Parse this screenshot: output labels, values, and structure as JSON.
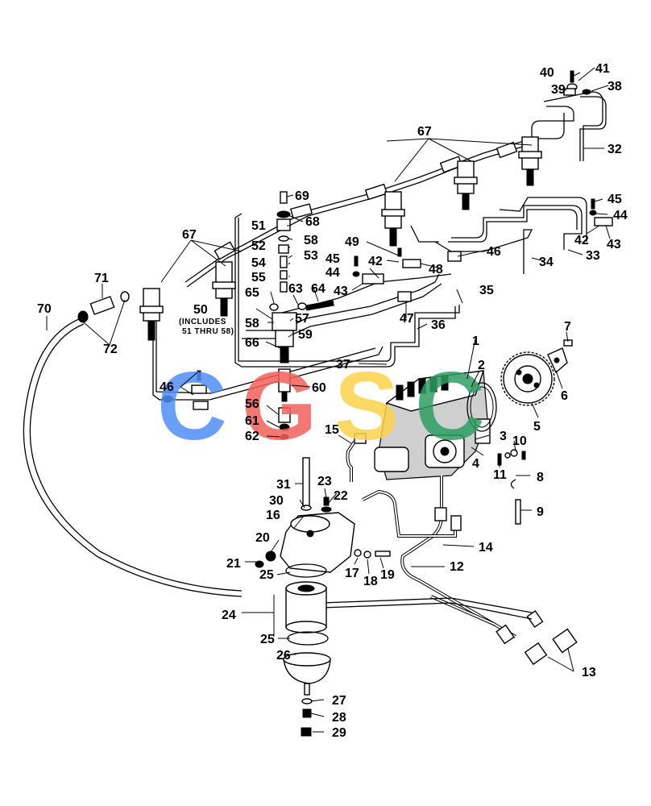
{
  "diagram": {
    "labels": {
      "l1": "1",
      "l2": "2",
      "l3": "3",
      "l4": "4",
      "l5": "5",
      "l6": "6",
      "l7": "7",
      "l8": "8",
      "l9": "9",
      "l10": "10",
      "l11": "11",
      "l12": "12",
      "l13": "13",
      "l14": "14",
      "l15": "15",
      "l16": "16",
      "l17": "17",
      "l18": "18",
      "l19": "19",
      "l20": "20",
      "l21": "21",
      "l22": "22",
      "l23": "23",
      "l24": "24",
      "l25a": "25",
      "l25b": "25",
      "l26": "26",
      "l27": "27",
      "l28": "28",
      "l29": "29",
      "l30": "30",
      "l31": "31",
      "l32": "32",
      "l33": "33",
      "l34": "34",
      "l35": "35",
      "l36": "36",
      "l37": "37",
      "l38": "38",
      "l39": "39",
      "l40": "40",
      "l41": "41",
      "l42a": "42",
      "l42b": "42",
      "l43a": "43",
      "l43b": "43",
      "l44a": "44",
      "l44b": "44",
      "l45a": "45",
      "l45b": "45",
      "l46a": "46",
      "l46b": "46",
      "l47": "47",
      "l48": "48",
      "l49": "49",
      "l50": "50",
      "l51": "51",
      "l52": "52",
      "l53": "53",
      "l54": "54",
      "l55": "55",
      "l56": "56",
      "l57": "57",
      "l58a": "58",
      "l58b": "58",
      "l59": "59",
      "l60": "60",
      "l61": "61",
      "l62": "62",
      "l63": "63",
      "l64": "64",
      "l65": "65",
      "l66": "66",
      "l67a": "67",
      "l67b": "67",
      "l68": "68",
      "l69": "69",
      "l70": "70",
      "l71": "71",
      "l72": "72"
    },
    "note_line1": "(INCLUDES",
    "note_line2": "51 THRU 58)"
  },
  "watermark": {
    "letters": [
      "C",
      "G",
      "S",
      "C"
    ],
    "colors": [
      "#4f8ff7",
      "#f2605a",
      "#fbd34a",
      "#2e9e62"
    ]
  }
}
